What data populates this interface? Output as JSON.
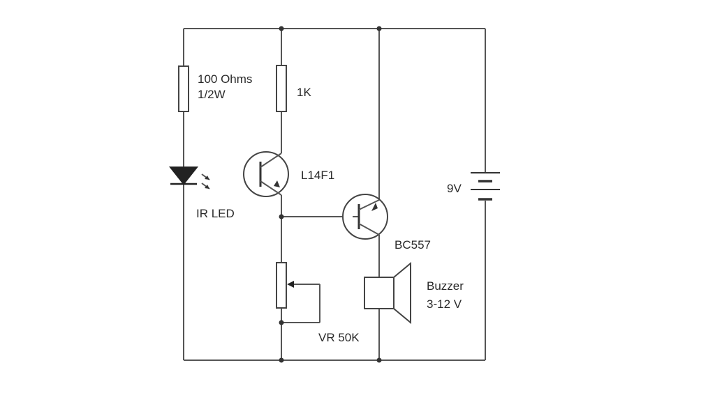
{
  "components": {
    "resistor_led": {
      "value": "100 Ohms",
      "rating": "1/2W"
    },
    "resistor_pullup": {
      "value": "1K"
    },
    "ir_led": {
      "label": "IR LED"
    },
    "phototransistor": {
      "label": "L14F1"
    },
    "transistor": {
      "label": "BC557"
    },
    "potentiometer": {
      "label": "VR 50K"
    },
    "buzzer": {
      "label": "Buzzer",
      "rating": "3-12 V"
    },
    "battery": {
      "label": "9V"
    }
  },
  "colors": {
    "wire": "#555555",
    "ink": "#222222",
    "background": "#ffffff"
  }
}
